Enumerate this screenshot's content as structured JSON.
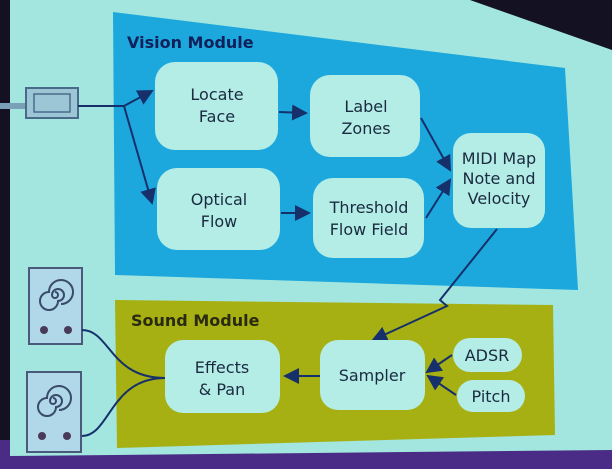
{
  "colors": {
    "slide_bg": "#a3e6df",
    "vision_bg": "#1ca8dd",
    "sound_bg": "#a6b012",
    "box_fill": "#b4ece6",
    "arrow": "#15306a",
    "frame_bottom": "#4a2c86"
  },
  "vision_module": {
    "title": "Vision Module",
    "locate_face": [
      "Locate",
      "Face"
    ],
    "label_zones": [
      "Label",
      "Zones"
    ],
    "optical_flow": [
      "Optical",
      "Flow"
    ],
    "threshold_flow_field": [
      "Threshold",
      "Flow Field"
    ],
    "midi_map": [
      "MIDI Map",
      "Note and",
      "Velocity"
    ]
  },
  "sound_module": {
    "title": "Sound Module",
    "effects_pan": [
      "Effects",
      "& Pan"
    ],
    "sampler": "Sampler",
    "adsr": "ADSR",
    "pitch": "Pitch"
  },
  "icons": [
    "camera-icon",
    "speaker-icon",
    "speaker-icon"
  ]
}
